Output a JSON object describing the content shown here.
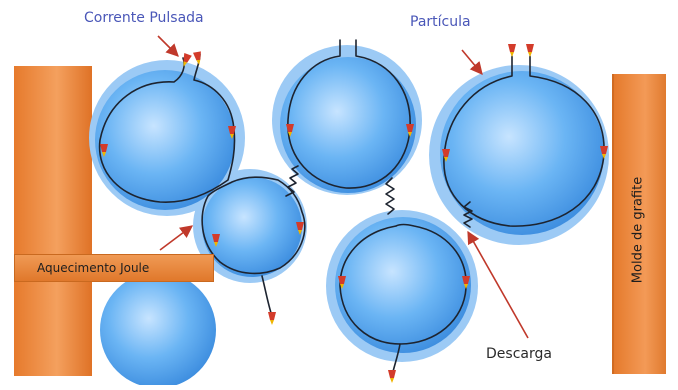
{
  "labels": {
    "pulsed_current": "Corrente Pulsada",
    "particle": "Partícula",
    "joule_heating": "Aquecimento Joule",
    "discharge": "Descarga",
    "graphite_mold": "Molde de grafite"
  },
  "colors": {
    "particle_fill": "#64b0f2",
    "particle_glow": "#9ccaf5",
    "mold_orange": "#e57a2c",
    "arrow_red": "#c0392b",
    "label_blue": "#4a57b8"
  }
}
